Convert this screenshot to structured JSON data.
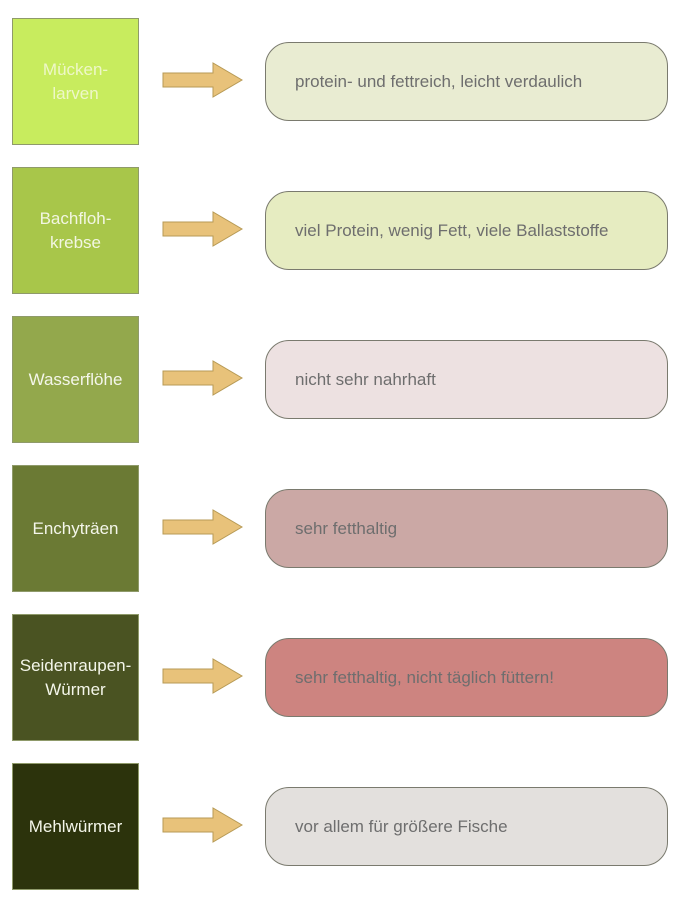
{
  "items": [
    {
      "label": "Mücken-\nlarven",
      "description": "protein- und fettreich, leicht verdaulich",
      "box_color": "#c8ec5e",
      "pill_color": "#e9ecd2",
      "label_color": "#eef7c8"
    },
    {
      "label": "Bachfloh-\nkrebse",
      "description": "viel Protein, wenig Fett, viele Ballaststoffe",
      "box_color": "#a8c64a",
      "pill_color": "#e6ecc1",
      "label_color": "#f2f6e2"
    },
    {
      "label": "Wasserflöhe",
      "description": "nicht sehr nahrhaft",
      "box_color": "#93a84c",
      "pill_color": "#ede1e1",
      "label_color": "#f4f6ea"
    },
    {
      "label": "Enchyträen",
      "description": "sehr fetthaltig",
      "box_color": "#6b7a34",
      "pill_color": "#cba8a5",
      "label_color": "#f4f6ea"
    },
    {
      "label": "Seidenraupen-\nWürmer",
      "description": "sehr fetthaltig, nicht täglich füttern!",
      "box_color": "#4a5322",
      "pill_color": "#cd8480",
      "label_color": "#f4f6ea"
    },
    {
      "label": "Mehlwürmer",
      "description": "vor allem für größere Fische",
      "box_color": "#2c330c",
      "pill_color": "#e3e0dd",
      "label_color": "#f4f6ea"
    }
  ],
  "arrow_color": "#e8c27a"
}
